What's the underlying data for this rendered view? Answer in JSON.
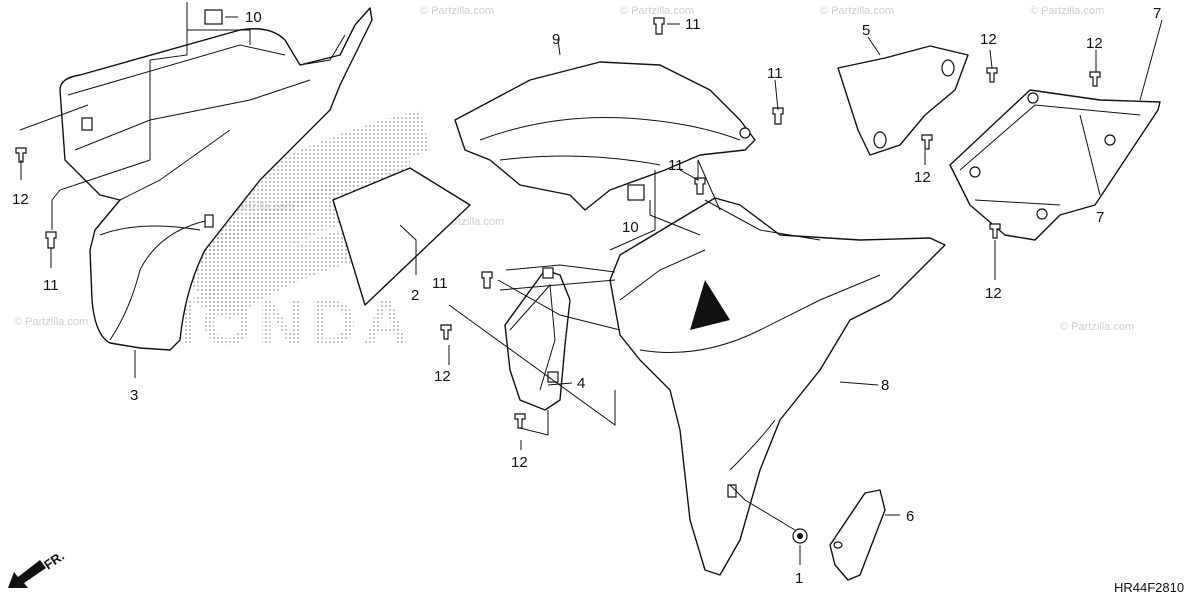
{
  "diagram": {
    "code": "HR44F2810",
    "direction_label": "FR.",
    "watermark_text": "© Partzilla.com",
    "brand_text": "HONDA",
    "callouts": {
      "p1": "1",
      "p2": "2",
      "p3": "3",
      "p4": "4",
      "p5": "5",
      "p6": "6",
      "p7": "7",
      "p8": "8",
      "p9": "9",
      "p10a": "10",
      "p10b": "10",
      "p11a": "11",
      "p11b": "11",
      "p11c": "11",
      "p11d": "11",
      "p11e": "11",
      "p12a": "12",
      "p12b": "12",
      "p12c": "12",
      "p12d": "12",
      "p12e": "12",
      "p12f": "12"
    }
  }
}
